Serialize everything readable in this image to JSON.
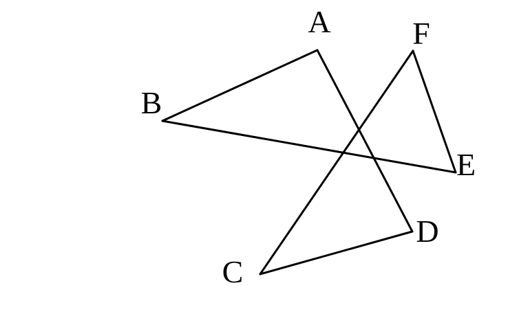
{
  "figure": {
    "points": [
      {
        "id": "A",
        "label": "A"
      },
      {
        "id": "B",
        "label": "B"
      },
      {
        "id": "C",
        "label": "C"
      },
      {
        "id": "D",
        "label": "D"
      },
      {
        "id": "E",
        "label": "E"
      },
      {
        "id": "F",
        "label": "F"
      }
    ],
    "segments": [
      {
        "from": "A",
        "to": "B"
      },
      {
        "from": "B",
        "to": "E"
      },
      {
        "from": "A",
        "to": "D"
      },
      {
        "from": "D",
        "to": "C"
      },
      {
        "from": "C",
        "to": "F"
      },
      {
        "from": "F",
        "to": "E"
      }
    ],
    "stroke_color": "#000000"
  }
}
